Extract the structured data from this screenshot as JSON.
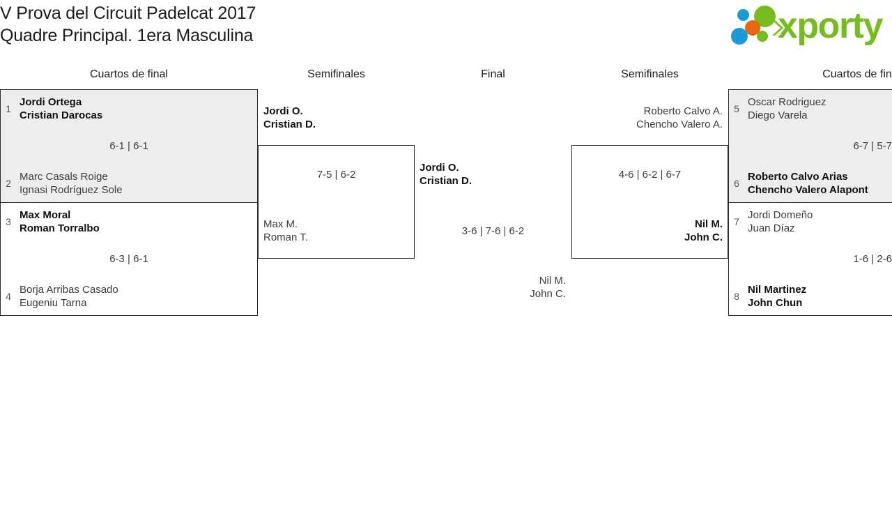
{
  "header": {
    "title_line_1": "V Prova del Circuit Padelcat 2017",
    "title_line_2": "Quadre Principal. 1era Masculina",
    "logo": {
      "wordmark": "xporty",
      "colors": {
        "green": "#76bc21",
        "blue": "#1b9ad6",
        "orange": "#e8670c"
      }
    }
  },
  "rounds": {
    "qf_left": "Cuartos de final",
    "sf_left": "Semifinales",
    "final": "Final",
    "sf_right": "Semifinales",
    "qf_right": "Cuartos de fin"
  },
  "bracket": {
    "qf1": {
      "score": "6-1 | 6-1",
      "team1": {
        "seed": "1",
        "player1": "Jordi Ortega",
        "player2": "Cristian Darocas",
        "winner": true
      },
      "team2": {
        "seed": "2",
        "player1": "Marc Casals Roige",
        "player2": "Ignasi Rodríguez Sole",
        "winner": false
      }
    },
    "qf2": {
      "score": "6-3 | 6-1",
      "team1": {
        "seed": "3",
        "player1": "Max Moral",
        "player2": "Roman Torralbo",
        "winner": true
      },
      "team2": {
        "seed": "4",
        "player1": "Borja Arribas Casado",
        "player2": "Eugeniu Tarna",
        "winner": false
      }
    },
    "qf3": {
      "score": "6-7 | 5-7",
      "team1": {
        "seed": "5",
        "player1": "Oscar Rodriguez",
        "player2": "Diego Varela",
        "winner": false
      },
      "team2": {
        "seed": "6",
        "player1": "Roberto Calvo Arias",
        "player2": "Chencho Valero Alapont",
        "winner": true
      }
    },
    "qf4": {
      "score": "1-6 | 2-6",
      "team1": {
        "seed": "7",
        "player1": "Jordi Domeño",
        "player2": "Juan Díaz",
        "winner": false
      },
      "team2": {
        "seed": "8",
        "player1": "Nil Martinez",
        "player2": "John Chun",
        "winner": true
      }
    },
    "sf_left": {
      "score": "7-5 | 6-2",
      "team1": {
        "player1": "Jordi O.",
        "player2": "Cristian D.",
        "winner": true
      },
      "team2": {
        "player1": "Max M.",
        "player2": "Roman T.",
        "winner": false
      }
    },
    "sf_right": {
      "score": "4-6 | 6-2 | 6-7",
      "team1": {
        "player1": "Roberto Calvo A.",
        "player2": "Chencho Valero A.",
        "winner": false
      },
      "team2": {
        "player1": "Nil M.",
        "player2": "John C.",
        "winner": true
      }
    },
    "final": {
      "score": "3-6 | 7-6 | 6-2",
      "team1": {
        "player1": "Jordi O.",
        "player2": "Cristian D.",
        "winner": true
      },
      "team2": {
        "player1": "Nil M.",
        "player2": "John C.",
        "winner": false
      }
    }
  }
}
